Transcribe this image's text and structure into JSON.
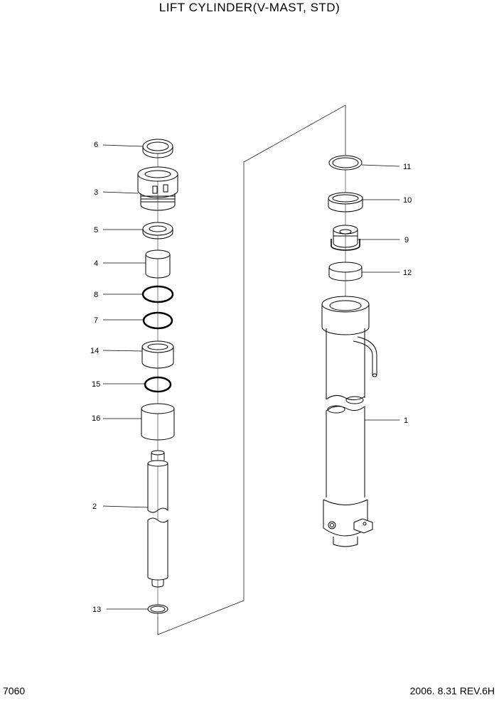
{
  "title": "LIFT CYLINDER(V-MAST, STD)",
  "page_number": "7060",
  "revision": "2006. 8.31 REV.6H",
  "callouts": {
    "p1": "1",
    "p2": "2",
    "p3": "3",
    "p4": "4",
    "p5": "5",
    "p6": "6",
    "p7": "7",
    "p8": "8",
    "p9": "9",
    "p10": "10",
    "p11": "11",
    "p12": "12",
    "p13": "13",
    "p14": "14",
    "p15": "15",
    "p16": "16"
  }
}
